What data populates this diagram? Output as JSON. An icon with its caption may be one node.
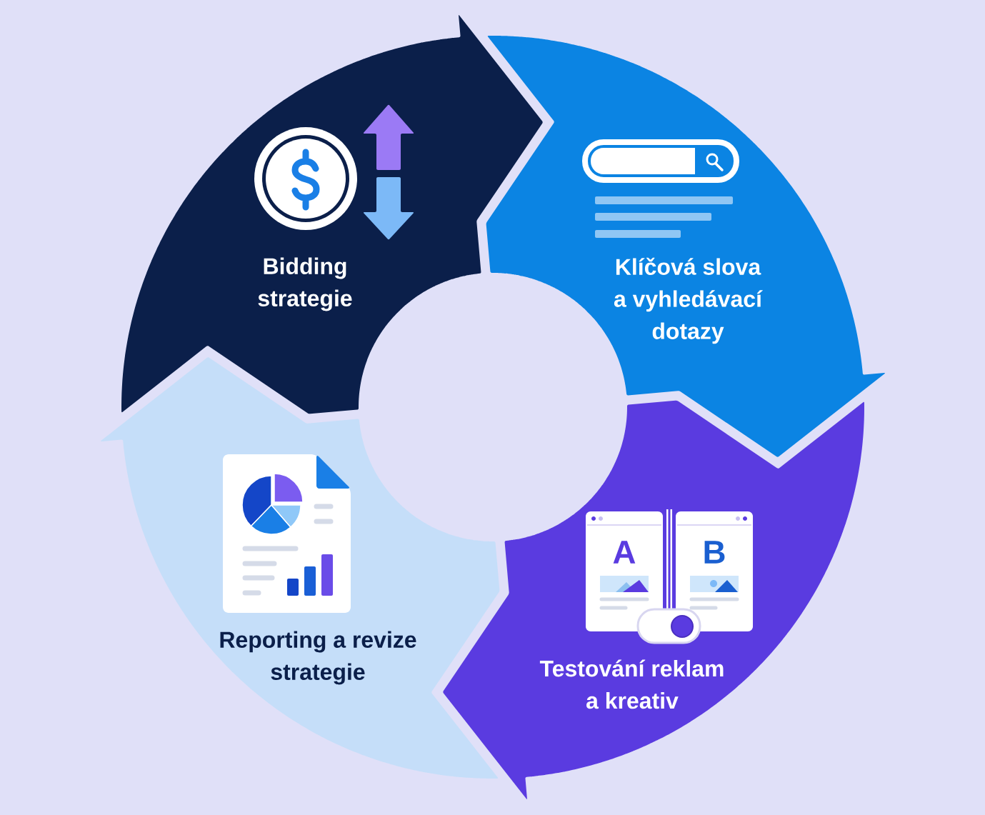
{
  "diagram": {
    "nodes": [
      {
        "text": [
          "Bidding strategie"
        ]
      },
      {
        "text": [
          "Klíčová slova a vyhledávací dotazy"
        ]
      },
      {
        "text": [
          "Testování reklam a kreativ"
        ]
      },
      {
        "text": [
          "Reporting a revize strategie"
        ]
      }
    ],
    "labels": [
      "A",
      "B"
    ]
  }
}
